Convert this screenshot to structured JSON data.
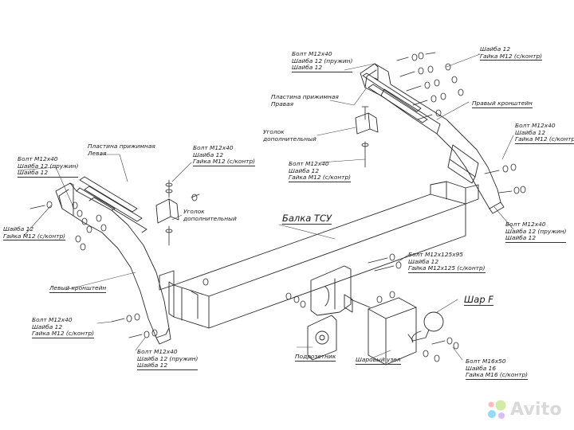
{
  "labels": {
    "hardware_top_right": [
      "Шайба 12",
      "Гайка М12 (с/контр)"
    ],
    "hardware_top": [
      "Болт М12х40",
      "Шайба 12 (пружин)",
      "Шайба 12"
    ],
    "right_pressure_plate": [
      "Пластина прижимная",
      "Правая"
    ],
    "right_bracket": "Правый кронштейн",
    "extra_angle_top": [
      "Уголок",
      "дополнительный"
    ],
    "hardware_right_upper": [
      "Болт М12х40",
      "Шайба 12",
      "Гайка М12 (с/контр)"
    ],
    "left_pressure_plate": [
      "Пластина прижимная",
      "Левая"
    ],
    "hardware_center_left": [
      "Болт М12х40",
      "Шайба 12",
      "Гайка М12 (с/контр)"
    ],
    "hardware_center": [
      "Болт М12х40",
      "Шайба 12",
      "Гайка М12 (с/контр)"
    ],
    "hardware_left_top": [
      "Болт М12х40",
      "Шайба 12 (пружин)",
      "Шайба 12"
    ],
    "beam": "Балка ТСУ",
    "extra_angle_left": [
      "Уголок",
      "дополнительный"
    ],
    "hardware_left_mid": [
      "Шайба 12",
      "Гайка М12 (с/контр)"
    ],
    "hardware_right_lower": [
      "Болт М12х40",
      "Шайба 12 (пружин)",
      "Шайба 12"
    ],
    "beam_bolt": [
      "Болт М12х125х95",
      "Шайба 12",
      "Гайка М12х125 (с/контр)"
    ],
    "left_bracket": "Левый кронштейн",
    "ball": "Шар F",
    "hardware_left_low1": [
      "Болт М12х40",
      "Шайба 12",
      "Гайка М12 (с/контр)"
    ],
    "hardware_left_low2": [
      "Болт М12х40",
      "Шайба 12 (пружин)",
      "Шайба 12"
    ],
    "socket_bracket": "Подрозетник",
    "ball_unit": "Шаровый узел",
    "ball_hardware": [
      "Болт М16х50",
      "Шайба 16",
      "Гайка М16 (с/контр)"
    ]
  },
  "watermark": {
    "text": "Avito",
    "colors": [
      "#97cf26",
      "#ff6163",
      "#0af",
      "#a169f7"
    ]
  }
}
